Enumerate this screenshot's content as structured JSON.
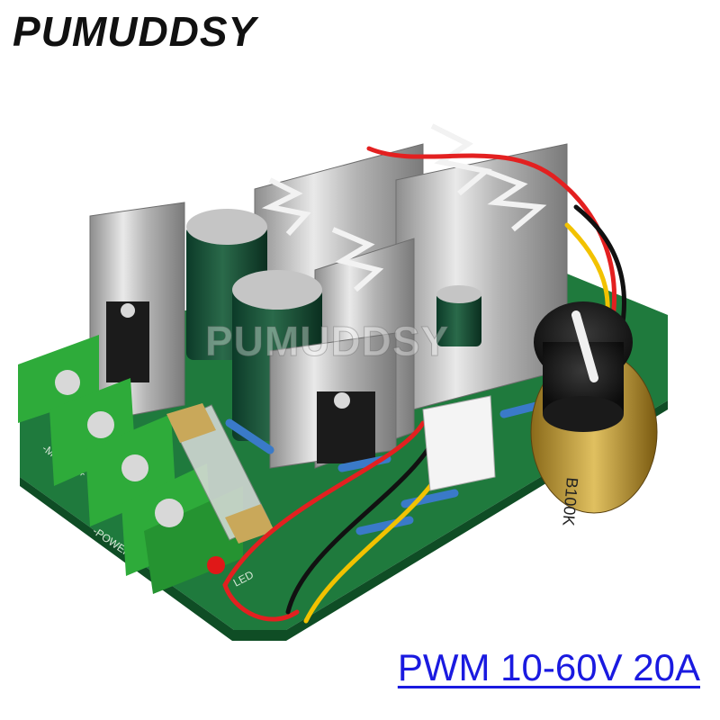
{
  "brand": {
    "name": "PUMUDDSY"
  },
  "product": {
    "caption": "PWM 10-60V 20A"
  },
  "watermark": {
    "text": "PUMUDDSY"
  },
  "board": {
    "potentiometer_marking": "B100K",
    "silkscreen_motor": "-MOTOR+",
    "silkscreen_power": "-POWER+",
    "silkscreen_led": "LED"
  },
  "colors": {
    "pcb": "#1f7a3d",
    "terminal": "#2eab3a",
    "caption": "#1a1ae0",
    "heatsink": "#c9c9c9"
  }
}
